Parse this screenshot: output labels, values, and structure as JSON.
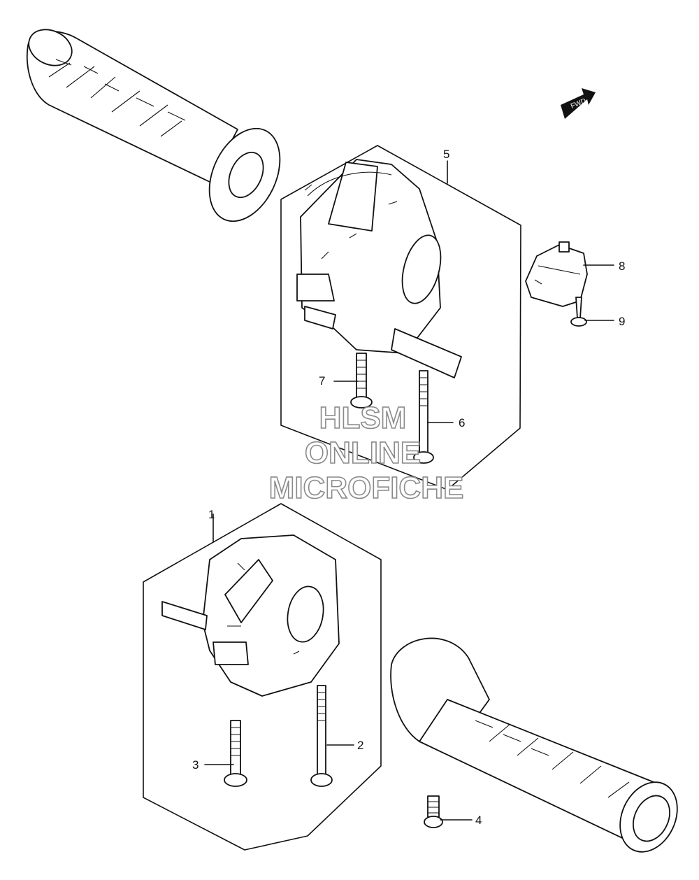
{
  "diagram": {
    "callouts": [
      {
        "id": "1",
        "label": "1"
      },
      {
        "id": "2",
        "label": "2"
      },
      {
        "id": "3",
        "label": "3"
      },
      {
        "id": "4",
        "label": "4"
      },
      {
        "id": "5",
        "label": "5"
      },
      {
        "id": "6",
        "label": "6"
      },
      {
        "id": "7",
        "label": "7"
      },
      {
        "id": "8",
        "label": "8"
      },
      {
        "id": "9",
        "label": "9"
      }
    ],
    "fwd_label": "FWD",
    "watermark": [
      "HLSM",
      "ONLINE",
      "MICROFICHE"
    ]
  }
}
